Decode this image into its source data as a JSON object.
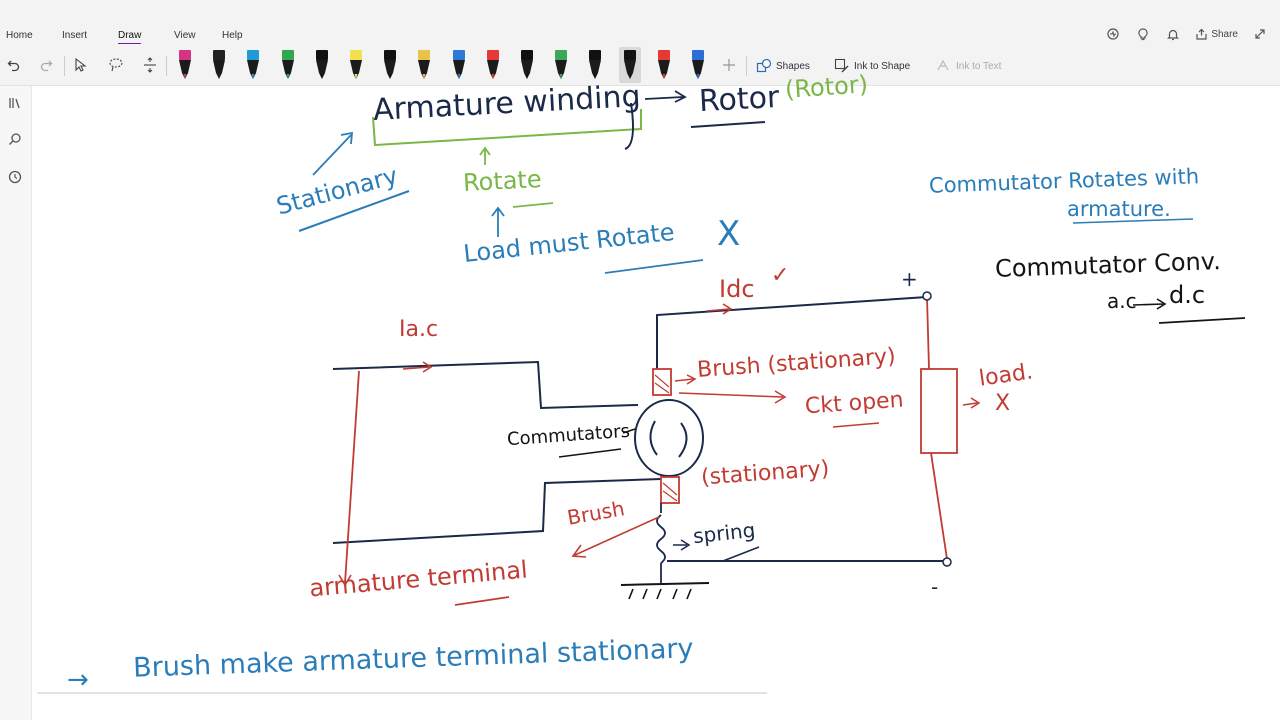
{
  "ribbon": {
    "tabs": [
      "Home",
      "Insert",
      "Draw",
      "View",
      "Help"
    ],
    "active_tab": "Draw",
    "share_label": "Share"
  },
  "toolbar": {
    "pen_colors": [
      "#d63384",
      "#222222",
      "#1f9bd6",
      "#2fa84f",
      "#111111",
      "#f2e14c",
      "#111111",
      "#e8c34a",
      "#2b7bd6",
      "#e53935",
      "#111111",
      "#3aa657",
      "#111111",
      "#111111",
      "#e53935",
      "#2a6ed6"
    ],
    "shapes_label": "Shapes",
    "ink_to_shape_label": "Ink to Shape",
    "ink_to_text_label": "Ink to Text"
  },
  "notes": {
    "armature_winding": "Armature winding",
    "rotor": "Rotor",
    "rotor_paren": "(Rotor)",
    "stationary": "Stationary",
    "rotate": "Rotate",
    "load_must_rotate": "Load must Rotate",
    "cross": "X",
    "commutator_rotates": "Commutator Rotates with",
    "armature": "armature.",
    "commutator_conv": "Commutator Conv.",
    "ac_to_dc_a": "a.c",
    "ac_to_dc_b": "d.c",
    "idc": "Idc",
    "check": "✓",
    "iac": "Ia.c",
    "brush_stationary_top": "Brush (stationary)",
    "ckt_open": "Ckt open",
    "commutator_label": "Commutators",
    "stationary_bottom": "(stationary)",
    "brush_bottom": "Brush",
    "spring": "spring",
    "load": "load.",
    "plus": "+",
    "minus": "-",
    "armature_terminal": "armature terminal",
    "bottom_arrow": "→",
    "bottom_note": "Brush make armature terminal stationary"
  }
}
